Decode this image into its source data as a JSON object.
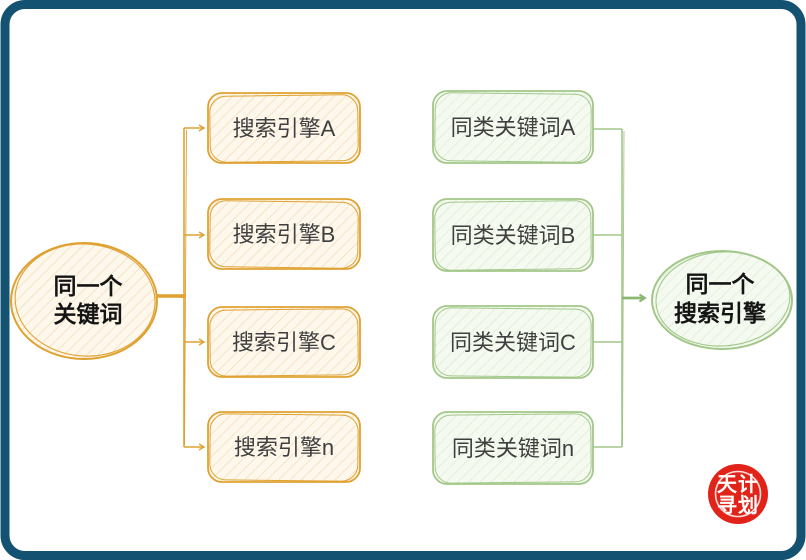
{
  "diagram": {
    "type": "flow",
    "source_node": {
      "line1": "同一个",
      "line2": "关键词"
    },
    "search_engine_boxes": [
      {
        "label": "搜索引擎A"
      },
      {
        "label": "搜索引擎B"
      },
      {
        "label": "搜索引擎C"
      },
      {
        "label": "搜索引擎n"
      }
    ],
    "keyword_boxes": [
      {
        "label": "同类关键词A"
      },
      {
        "label": "同类关键词B"
      },
      {
        "label": "同类关键词C"
      },
      {
        "label": "同类关键词n"
      }
    ],
    "target_node": {
      "line1": "同一个",
      "line2": "搜索引擎"
    }
  },
  "seal": {
    "top": "天计",
    "bottom": "寻划"
  },
  "colors": {
    "frame_border": "#135270",
    "orange_stroke": "#dfa232",
    "orange_fill": "#fdf7ec",
    "orange_hatch": "#f2ddb6",
    "green_stroke": "#a2c789",
    "green_fill": "#f5faf1",
    "green_hatch": "#dcead2",
    "box_text": "#3f3f3f",
    "ellipse_text": "#141414",
    "seal_red": "#e2231a"
  }
}
